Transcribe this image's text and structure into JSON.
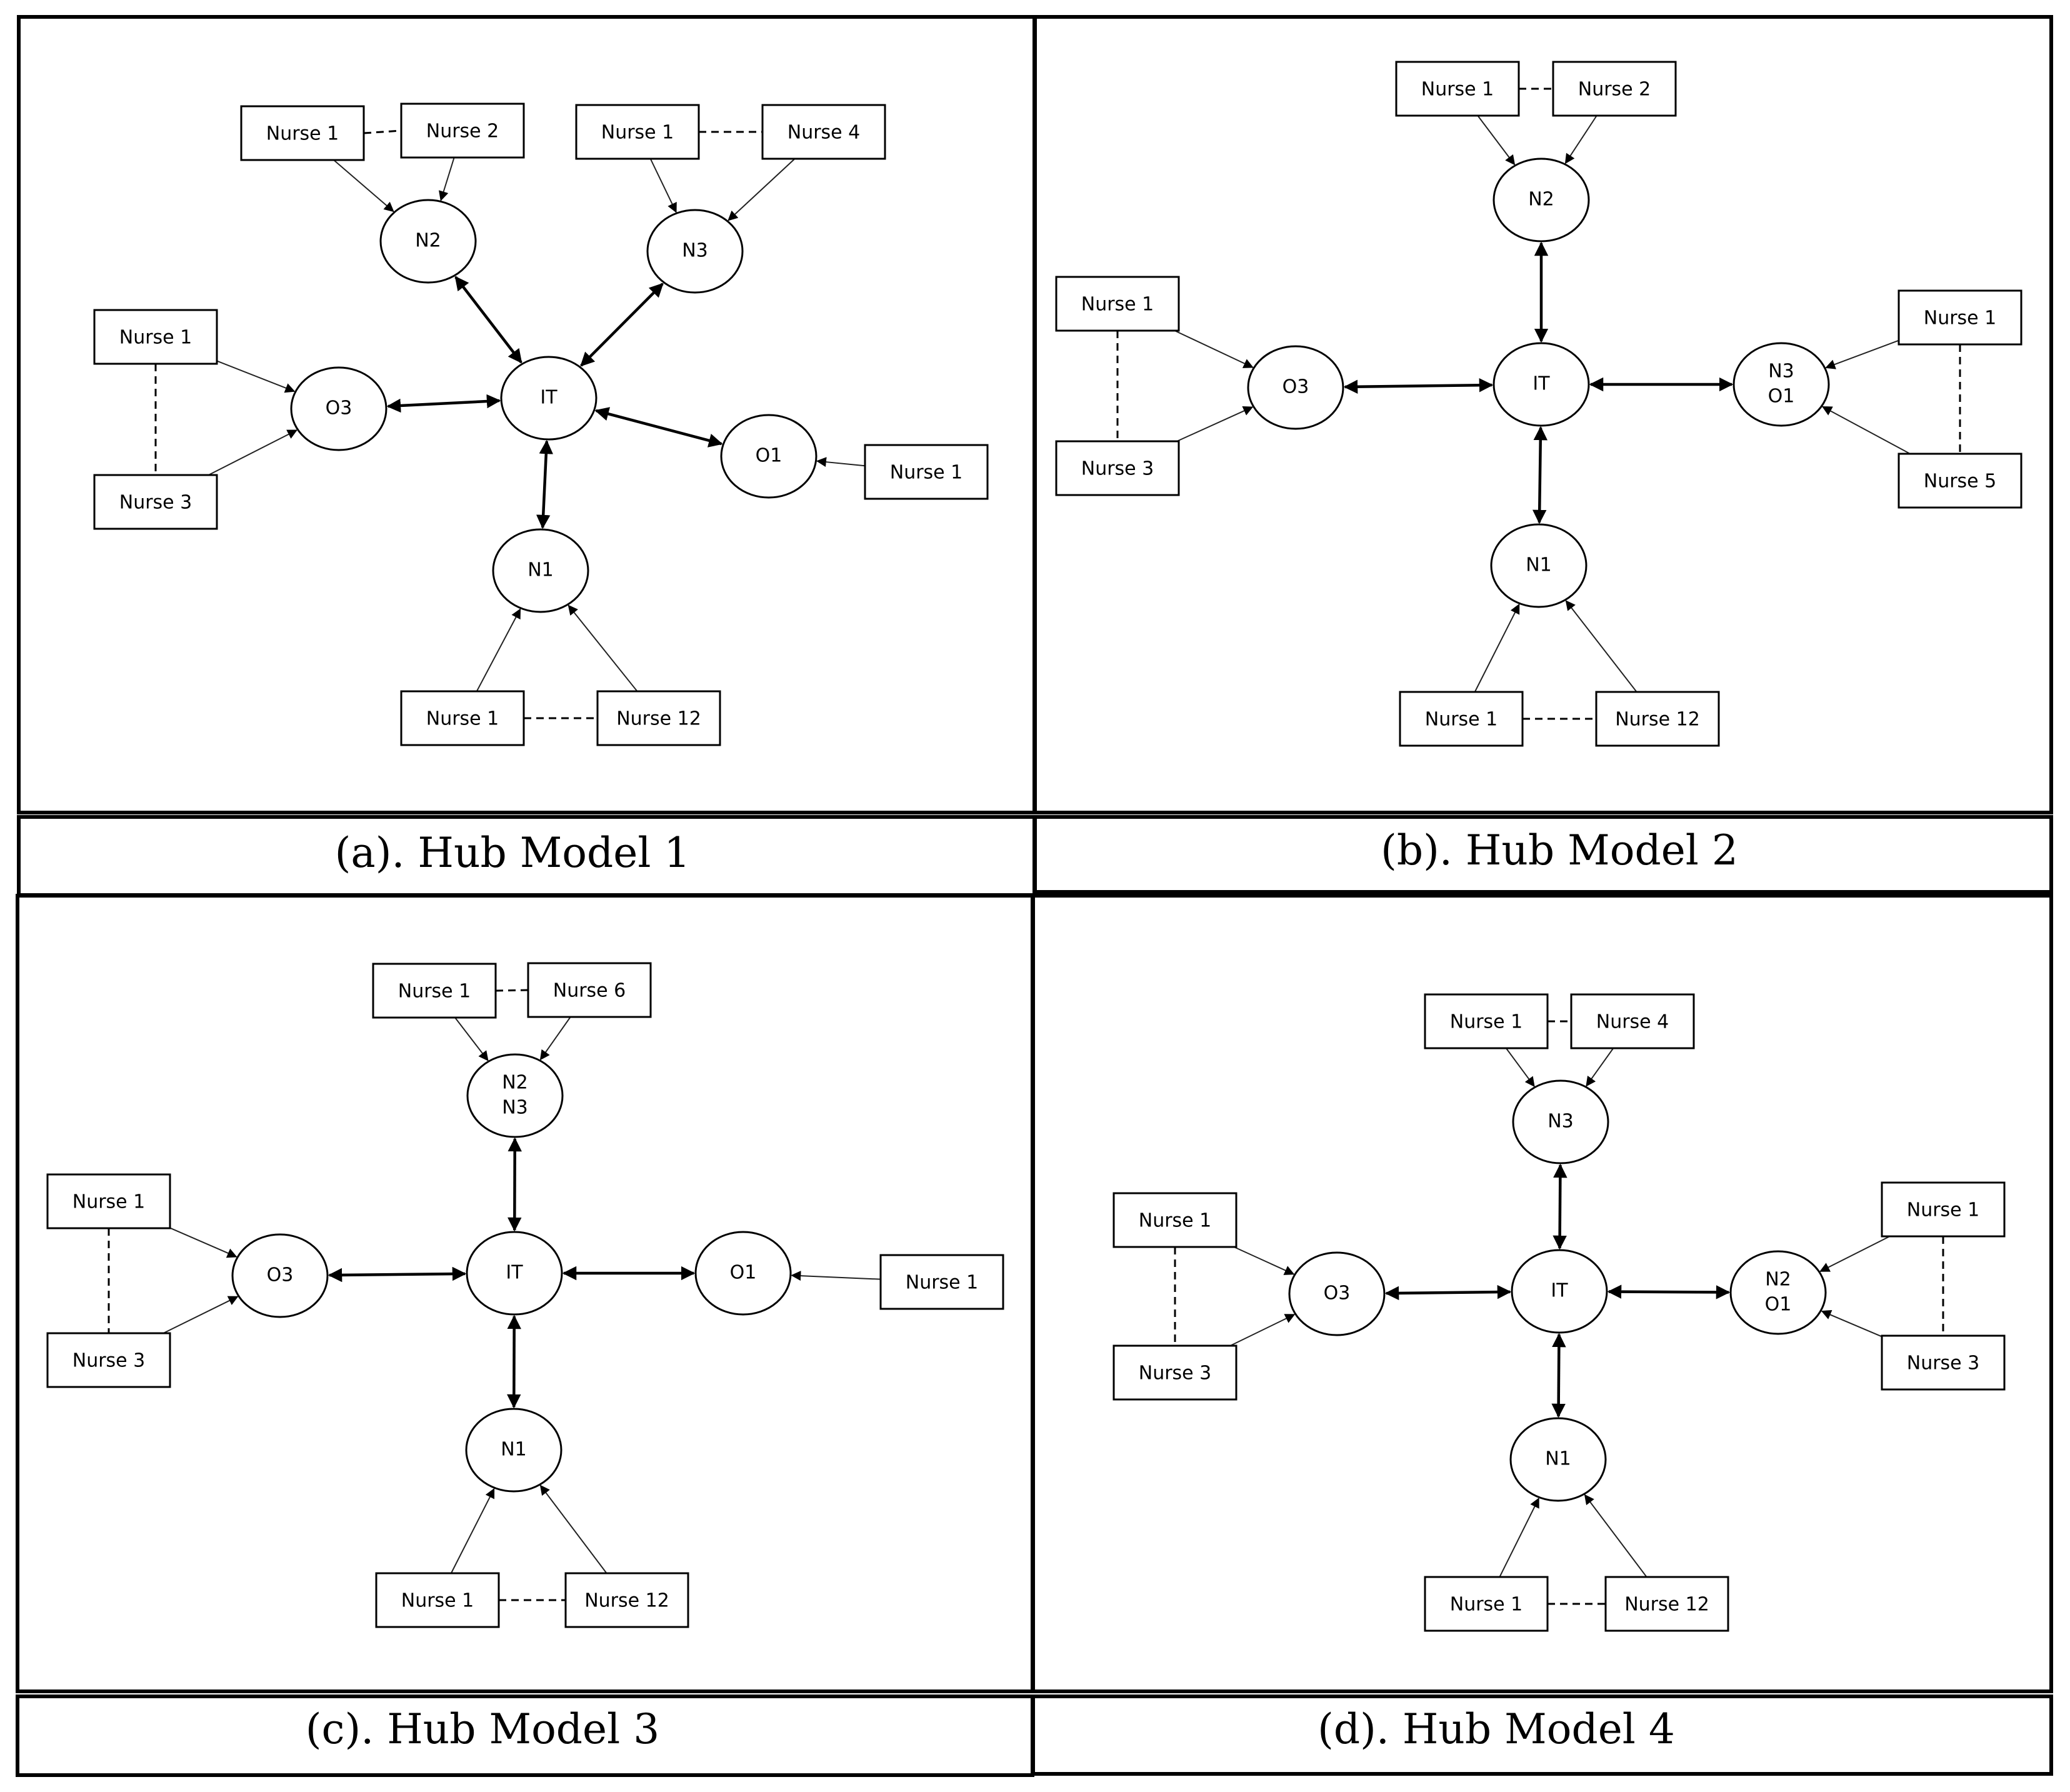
{
  "panels": [
    {
      "caption": "(a). Hub Model 1",
      "nodes": [
        {
          "id": "IT",
          "lines": [
            "IT"
          ]
        },
        {
          "id": "N2",
          "lines": [
            "N2"
          ]
        },
        {
          "id": "N3",
          "lines": [
            "N3"
          ]
        },
        {
          "id": "O3",
          "lines": [
            "O3"
          ]
        },
        {
          "id": "O1",
          "lines": [
            "O1"
          ]
        },
        {
          "id": "N1",
          "lines": [
            "N1"
          ]
        }
      ],
      "boxes": [
        {
          "id": "a_n2_1",
          "text": "Nurse 1"
        },
        {
          "id": "a_n2_2",
          "text": "Nurse 2"
        },
        {
          "id": "a_n3_1",
          "text": "Nurse 1"
        },
        {
          "id": "a_n3_2",
          "text": "Nurse 4"
        },
        {
          "id": "a_o3_1",
          "text": "Nurse 1"
        },
        {
          "id": "a_o3_2",
          "text": "Nurse 3"
        },
        {
          "id": "a_o1_1",
          "text": "Nurse 1"
        },
        {
          "id": "a_n1_1",
          "text": "Nurse 1"
        },
        {
          "id": "a_n1_2",
          "text": "Nurse 12"
        }
      ]
    },
    {
      "caption": "(b). Hub Model 2",
      "nodes": [
        {
          "id": "IT",
          "lines": [
            "IT"
          ]
        },
        {
          "id": "N2",
          "lines": [
            "N2"
          ]
        },
        {
          "id": "O3",
          "lines": [
            "O3"
          ]
        },
        {
          "id": "N3O1",
          "lines": [
            "N3",
            "O1"
          ]
        },
        {
          "id": "N1",
          "lines": [
            "N1"
          ]
        }
      ],
      "boxes": [
        {
          "id": "b_n2_1",
          "text": "Nurse 1"
        },
        {
          "id": "b_n2_2",
          "text": "Nurse 2"
        },
        {
          "id": "b_o3_1",
          "text": "Nurse 1"
        },
        {
          "id": "b_o3_2",
          "text": "Nurse 3"
        },
        {
          "id": "b_r_1",
          "text": "Nurse 1"
        },
        {
          "id": "b_r_2",
          "text": "Nurse 5"
        },
        {
          "id": "b_n1_1",
          "text": "Nurse 1"
        },
        {
          "id": "b_n1_2",
          "text": "Nurse 12"
        }
      ]
    },
    {
      "caption": "(c). Hub Model 3",
      "nodes": [
        {
          "id": "IT",
          "lines": [
            "IT"
          ]
        },
        {
          "id": "N2N3",
          "lines": [
            "N2",
            "N3"
          ]
        },
        {
          "id": "O3",
          "lines": [
            "O3"
          ]
        },
        {
          "id": "O1",
          "lines": [
            "O1"
          ]
        },
        {
          "id": "N1",
          "lines": [
            "N1"
          ]
        }
      ],
      "boxes": [
        {
          "id": "c_t_1",
          "text": "Nurse 1"
        },
        {
          "id": "c_t_2",
          "text": "Nurse 6"
        },
        {
          "id": "c_o3_1",
          "text": "Nurse 1"
        },
        {
          "id": "c_o3_2",
          "text": "Nurse 3"
        },
        {
          "id": "c_o1_1",
          "text": "Nurse 1"
        },
        {
          "id": "c_n1_1",
          "text": "Nurse 1"
        },
        {
          "id": "c_n1_2",
          "text": "Nurse 12"
        }
      ]
    },
    {
      "caption": "(d). Hub Model 4",
      "nodes": [
        {
          "id": "IT",
          "lines": [
            "IT"
          ]
        },
        {
          "id": "N3",
          "lines": [
            "N3"
          ]
        },
        {
          "id": "O3",
          "lines": [
            "O3"
          ]
        },
        {
          "id": "N2O1",
          "lines": [
            "N2",
            "O1"
          ]
        },
        {
          "id": "N1",
          "lines": [
            "N1"
          ]
        }
      ],
      "boxes": [
        {
          "id": "d_t_1",
          "text": "Nurse 1"
        },
        {
          "id": "d_t_2",
          "text": "Nurse 4"
        },
        {
          "id": "d_o3_1",
          "text": "Nurse 1"
        },
        {
          "id": "d_o3_2",
          "text": "Nurse 3"
        },
        {
          "id": "d_r_1",
          "text": "Nurse 1"
        },
        {
          "id": "d_r_2",
          "text": "Nurse 3"
        },
        {
          "id": "d_n1_1",
          "text": "Nurse 1"
        },
        {
          "id": "d_n1_2",
          "text": "Nurse 12"
        }
      ]
    }
  ]
}
